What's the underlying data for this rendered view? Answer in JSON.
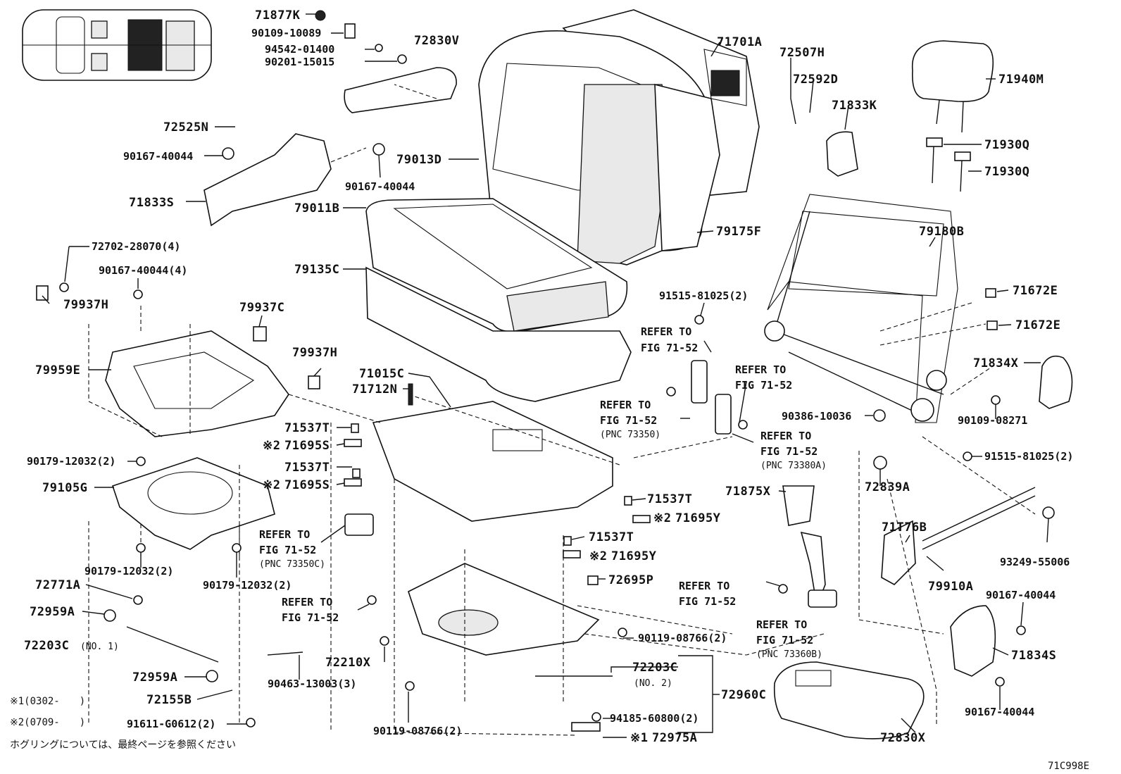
{
  "figure_code": "71C998E",
  "parts": [
    {
      "id": "p71877K",
      "text": "71877K"
    },
    {
      "id": "p90109_10089",
      "text": "90109-10089"
    },
    {
      "id": "p94542_01400",
      "text": "94542-01400"
    },
    {
      "id": "p90201_15015",
      "text": "90201-15015"
    },
    {
      "id": "p72830V",
      "text": "72830V"
    },
    {
      "id": "p71701A",
      "text": "71701A"
    },
    {
      "id": "p72507H",
      "text": "72507H"
    },
    {
      "id": "p72592D",
      "text": "72592D"
    },
    {
      "id": "p71833K",
      "text": "71833K"
    },
    {
      "id": "p71940M",
      "text": "71940M"
    },
    {
      "id": "p71930Q_a",
      "text": "71930Q"
    },
    {
      "id": "p71930Q_b",
      "text": "71930Q"
    },
    {
      "id": "p72525N",
      "text": "72525N"
    },
    {
      "id": "p90167_40044_a",
      "text": "90167-40044"
    },
    {
      "id": "p90167_40044_b",
      "text": "90167-40044"
    },
    {
      "id": "p79013D",
      "text": "79013D"
    },
    {
      "id": "p71833S",
      "text": "71833S"
    },
    {
      "id": "p79011B",
      "text": "79011B"
    },
    {
      "id": "p79175F",
      "text": "79175F"
    },
    {
      "id": "p79180B",
      "text": "79180B"
    },
    {
      "id": "p72702",
      "text": "72702-28070(4)"
    },
    {
      "id": "p90167_4x",
      "text": "90167-40044(4)"
    },
    {
      "id": "p79135C",
      "text": "79135C"
    },
    {
      "id": "p79937H_a",
      "text": "79937H"
    },
    {
      "id": "p79937C",
      "text": "79937C"
    },
    {
      "id": "p91515_a",
      "text": "91515-81025(2)"
    },
    {
      "id": "p71672E_a",
      "text": "71672E"
    },
    {
      "id": "p71672E_b",
      "text": "71672E"
    },
    {
      "id": "p79959E",
      "text": "79959E"
    },
    {
      "id": "p79937H_b",
      "text": "79937H"
    },
    {
      "id": "p71015C",
      "text": "71015C"
    },
    {
      "id": "p71712N",
      "text": "71712N"
    },
    {
      "id": "p71834X",
      "text": "71834X"
    },
    {
      "id": "p90386",
      "text": "90386-10036"
    },
    {
      "id": "p90109_08271",
      "text": "90109-08271"
    },
    {
      "id": "p71537T_a",
      "text": "71537T"
    },
    {
      "id": "p71695S_a",
      "text": "71695S"
    },
    {
      "id": "p90179_a",
      "text": "90179-12032(2)"
    },
    {
      "id": "p71537T_b",
      "text": "71537T"
    },
    {
      "id": "p71695S_b",
      "text": "71695S"
    },
    {
      "id": "p91515_b",
      "text": "91515-81025(2)"
    },
    {
      "id": "p79105G",
      "text": "79105G"
    },
    {
      "id": "p72839A",
      "text": "72839A"
    },
    {
      "id": "p71875X",
      "text": "71875X"
    },
    {
      "id": "p71537T_c",
      "text": "71537T"
    },
    {
      "id": "p71695Y_a",
      "text": "71695Y"
    },
    {
      "id": "p71T76B",
      "text": "71T76B"
    },
    {
      "id": "p71537T_d",
      "text": "71537T"
    },
    {
      "id": "p71695Y_b",
      "text": "71695Y"
    },
    {
      "id": "p93249",
      "text": "93249-55006"
    },
    {
      "id": "p90179_b",
      "text": "90179-12032(2)"
    },
    {
      "id": "p90179_c",
      "text": "90179-12032(2)"
    },
    {
      "id": "p72771A",
      "text": "72771A"
    },
    {
      "id": "p72695P",
      "text": "72695P"
    },
    {
      "id": "p79910A",
      "text": "79910A"
    },
    {
      "id": "p90167_40044_c",
      "text": "90167-40044"
    },
    {
      "id": "p72959A_a",
      "text": "72959A"
    },
    {
      "id": "p90119_a",
      "text": "90119-08766(2)"
    },
    {
      "id": "p72203C_1",
      "text": "72203C"
    },
    {
      "id": "p72210X",
      "text": "72210X"
    },
    {
      "id": "p71834S",
      "text": "71834S"
    },
    {
      "id": "p72959A_b",
      "text": "72959A"
    },
    {
      "id": "p72203C_2",
      "text": "72203C"
    },
    {
      "id": "p90463",
      "text": "90463-13003(3)"
    },
    {
      "id": "p72960C",
      "text": "72960C"
    },
    {
      "id": "p72155B",
      "text": "72155B"
    },
    {
      "id": "p90167_40044_d",
      "text": "90167-40044"
    },
    {
      "id": "p94185",
      "text": "94185-60800(2)"
    },
    {
      "id": "p91611",
      "text": "91611-G0612(2)"
    },
    {
      "id": "p90119_b",
      "text": "90119-08766(2)"
    },
    {
      "id": "p72975A",
      "text": "72975A"
    },
    {
      "id": "p72830X",
      "text": "72830X"
    }
  ],
  "subnotes": {
    "no1": "(NO. 1)",
    "no2": "(NO. 2)"
  },
  "markers": {
    "m2": "※2",
    "m1": "※1"
  },
  "refs": [
    {
      "id": "r1",
      "line1": "REFER TO",
      "line2": "FIG 71-52",
      "pnc": ""
    },
    {
      "id": "r2",
      "line1": "REFER TO",
      "line2": "FIG 71-52",
      "pnc": ""
    },
    {
      "id": "r3",
      "line1": "REFER TO",
      "line2": "FIG 71-52",
      "pnc": "(PNC 73350)"
    },
    {
      "id": "r4",
      "line1": "REFER TO",
      "line2": "FIG 71-52",
      "pnc": "(PNC 73380A)"
    },
    {
      "id": "r5",
      "line1": "REFER TO",
      "line2": "FIG 71-52",
      "pnc": "(PNC 73350C)"
    },
    {
      "id": "r6",
      "line1": "REFER TO",
      "line2": "FIG 71-52",
      "pnc": ""
    },
    {
      "id": "r7",
      "line1": "REFER TO",
      "line2": "FIG 71-52",
      "pnc": ""
    },
    {
      "id": "r8",
      "line1": "REFER TO",
      "line2": "FIG 71-52",
      "pnc": "(PNC 73360B)"
    }
  ],
  "legend": {
    "n1": "※1(0302-　　)",
    "n2": "※2(0709-　　)",
    "footer": "ホグリングについては、最終ページを参照ください"
  }
}
